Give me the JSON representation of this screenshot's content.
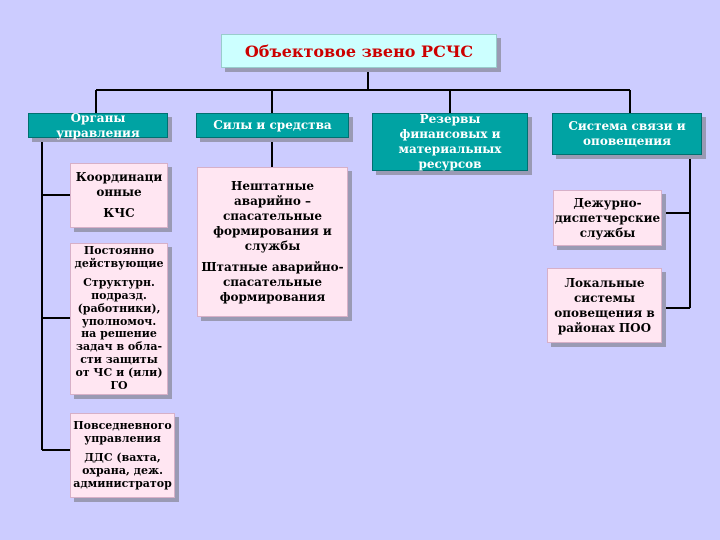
{
  "title": "Объектовое звено РСЧС",
  "columns": [
    {
      "label": "Органы управления",
      "children": [
        {
          "lines": [
            "Координаци",
            "онные"
          ],
          "sub": [
            "КЧС"
          ]
        },
        {
          "lines": [
            "Постоянно",
            "действующие"
          ],
          "sub": [
            "Структурн.",
            "подразд.",
            "(работники),",
            "уполномоч.",
            "на решение",
            "задач в обла-",
            "сти защиты",
            "от ЧС и (или)",
            "ГО"
          ]
        },
        {
          "lines": [
            "Повседневного",
            "управления"
          ],
          "sub": [
            "ДДС (вахта,",
            "охрана, деж.",
            "администратор"
          ]
        }
      ]
    },
    {
      "label": "Силы и средства",
      "children": [
        {
          "lines": [
            "Нештатные",
            "аварийно –",
            "спасательные",
            "формирования и",
            "службы"
          ],
          "sub": [
            "Штатные аварийно-",
            "спасательные",
            "формирования"
          ]
        }
      ]
    },
    {
      "label": "Резервы финансовых и материальных ресурсов",
      "children": []
    },
    {
      "label": "Система связи и оповещения",
      "children": [
        {
          "lines": [
            "Дежурно-",
            "диспетчерские",
            "службы"
          ]
        },
        {
          "lines": [
            "Локальные",
            "системы",
            "оповещения в",
            "районах ПОО"
          ]
        }
      ]
    }
  ],
  "colors": {
    "background": "#CCCCFF",
    "title_text": "#CC0000",
    "cyan_box": "#CCFFFF",
    "teal_box": "#00A3A3",
    "pink_box": "#FFE6F2",
    "connector": "#000000"
  }
}
